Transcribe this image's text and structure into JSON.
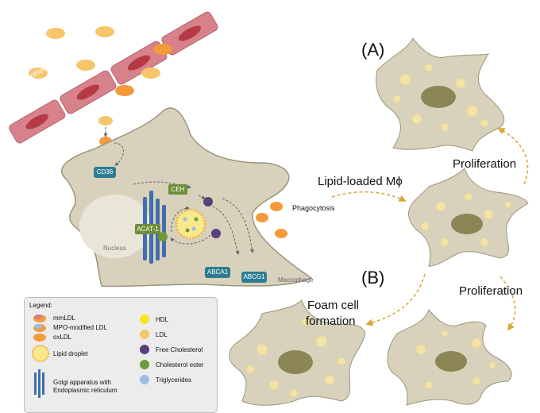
{
  "panels": {
    "a": "(A)",
    "b": "(B)"
  },
  "labels": {
    "endothelial": "Endothelial cells",
    "lipid_loaded": "Lipid-loaded Mϕ",
    "proliferation_top": "Proliferation",
    "proliferation_bottom": "Proliferation",
    "foam_cell_line1": "Foam cell",
    "foam_cell_line2": "formation",
    "phagocytosis": "Phagocytosis",
    "nucleus": "Nucleus",
    "macrophage": "Macrophage",
    "cd36": "CD36",
    "ceh": "CEH",
    "acat1": "ACAT-1",
    "abca1": "ABCA1",
    "abcg1": "ABCG1"
  },
  "legend": {
    "title": "Legend:",
    "left": [
      {
        "label": "mmLDL",
        "icon": "mmldl-icon"
      },
      {
        "label": "MPO-modified LDL",
        "icon": "mpo-ldl-icon"
      },
      {
        "label": "oxLDL",
        "icon": "oxldl-icon"
      },
      {
        "label": "Lipid droplet",
        "icon": "lipid-droplet-icon"
      },
      {
        "label": "Golgi apparatus with",
        "icon": "golgi-icon"
      },
      {
        "label": "Endoplasmic reticulum",
        "icon": ""
      }
    ],
    "right": [
      {
        "label": "HDL",
        "color": "#f5e61c"
      },
      {
        "label": "LDL",
        "color": "#f7c56a"
      },
      {
        "label": "Free Cholesterol",
        "color": "#5b3f7a"
      },
      {
        "label": "Cholesterol ester",
        "color": "#6e9a3a"
      },
      {
        "label": "Triglycerides",
        "color": "#9dbde0"
      }
    ]
  },
  "colors": {
    "cell": "#d8d2bd",
    "cell_stroke": "#9c957b",
    "droplet": "#f3e3a6",
    "nucleus_dark": "#8c8656",
    "endothelial": "#d7818a",
    "endothelial_nucleus": "#b53a46",
    "ldl": "#f7c56a",
    "oxldl": "#f39a3a",
    "receptor": "#2e7d92",
    "enzyme": "#6e8e3a",
    "golgi": "#3f6fad",
    "free_cholesterol": "#5b3f7a",
    "arrow": "#d9a635"
  }
}
